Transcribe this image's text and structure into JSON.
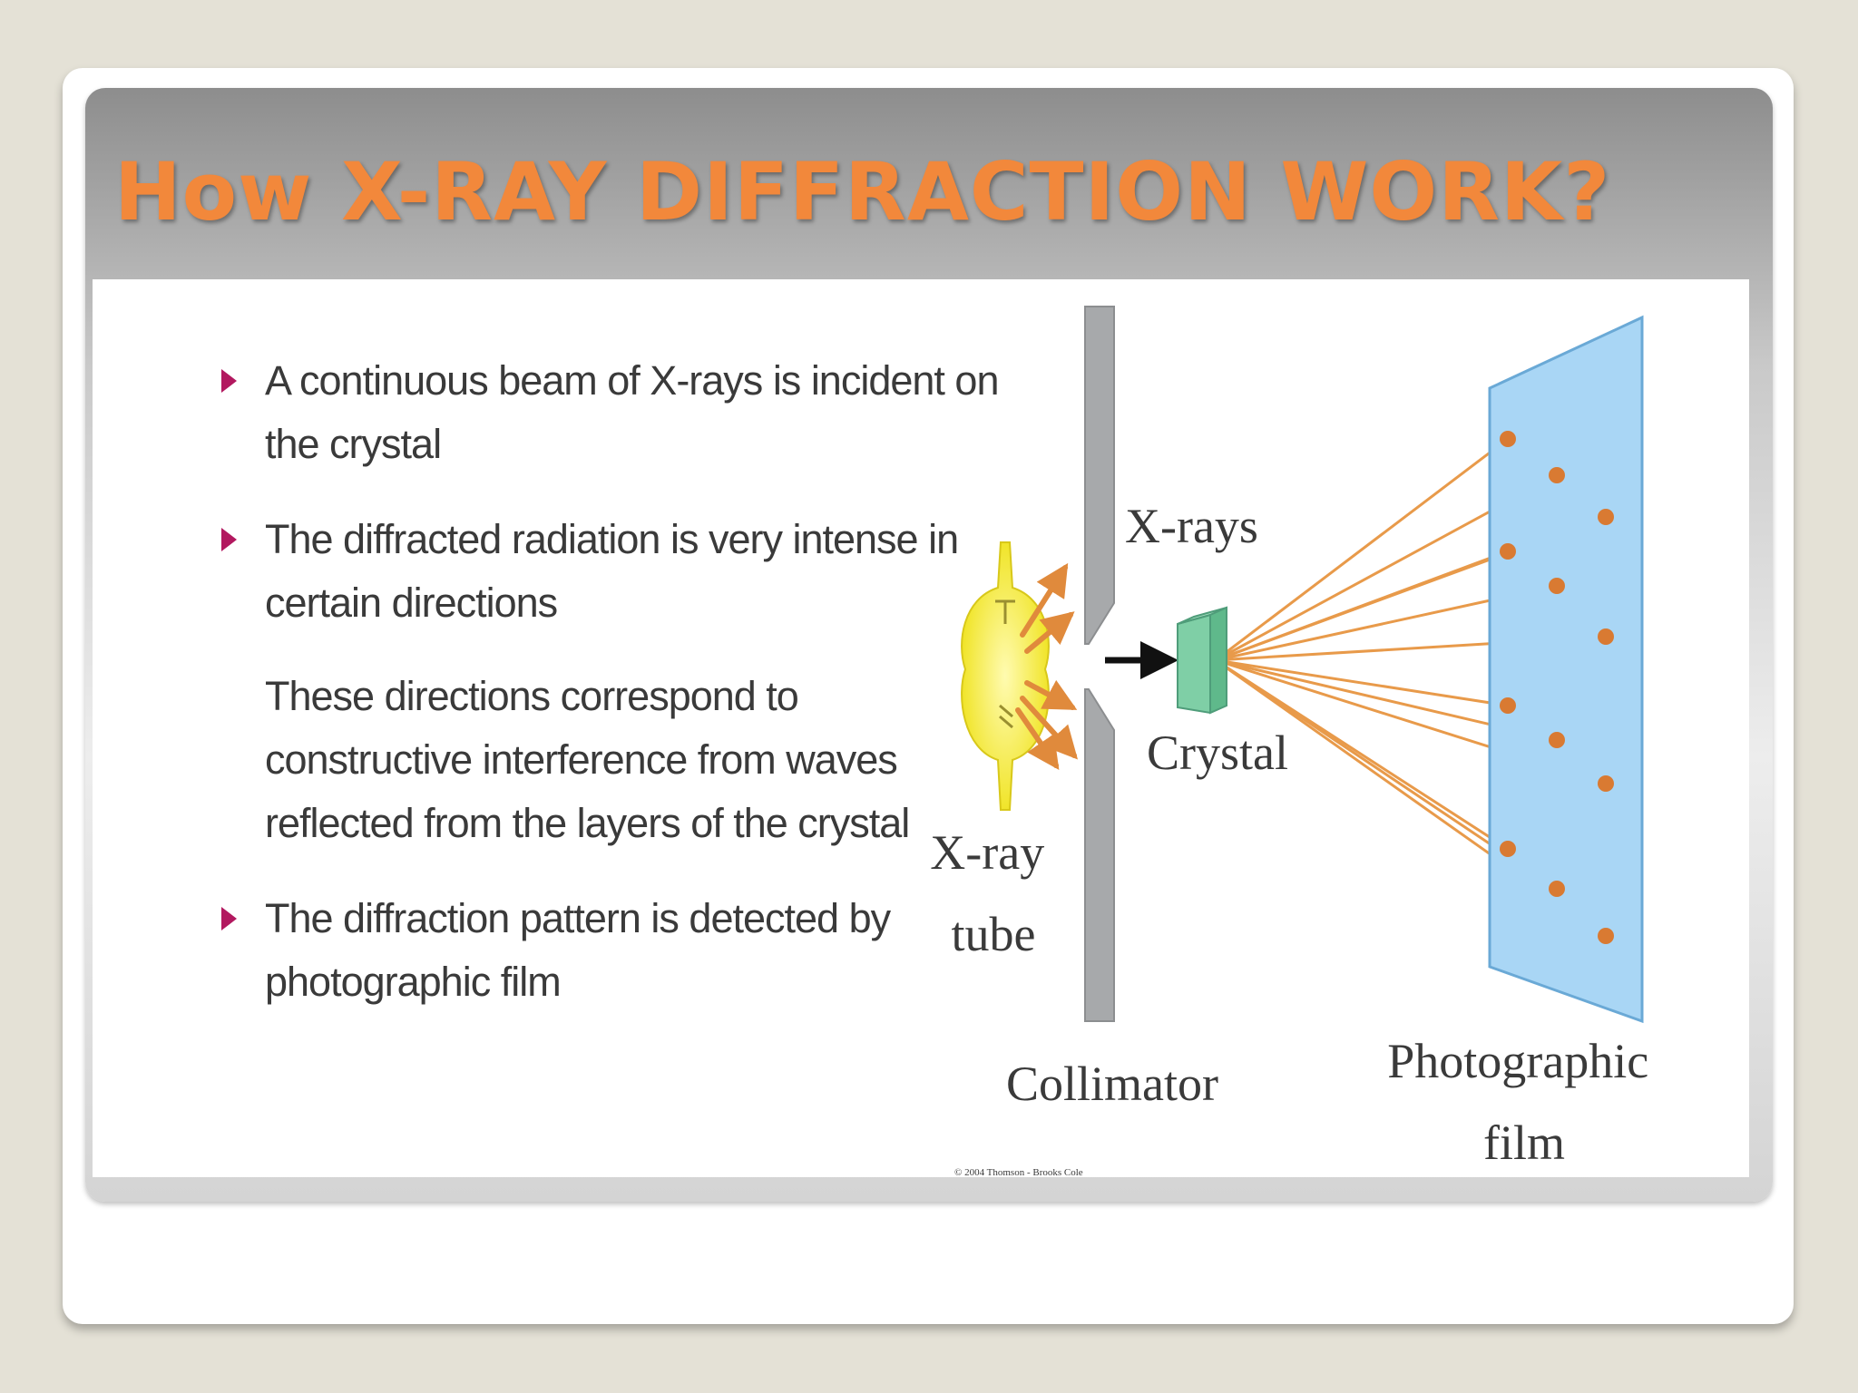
{
  "slide": {
    "title": "How X-RAY DIFFRACTION WORK?"
  },
  "text": {
    "bullets": [
      "A continuous beam of X-rays is incident on the crystal",
      "The diffracted radiation is very intense in certain directions",
      "The diffraction pattern is detected by photographic film"
    ],
    "paragraph": "These directions correspond to constructive interference from waves reflected from the layers of the crystal"
  },
  "diagram": {
    "labels": {
      "xray_tube": [
        "X-ray",
        "tube"
      ],
      "collimator": "Collimator",
      "xrays": "X-rays",
      "crystal": "Crystal",
      "film": [
        "Photographic",
        "film"
      ],
      "copyright": "© 2004 Thomson - Brooks Cole"
    },
    "colors": {
      "title": "#f2883b",
      "bullet_marker": "#b2185f",
      "tube": "#f6ee2a",
      "rays": "#e89a4a",
      "crystal": "#7fcfa6",
      "film": "#a9d6f5",
      "spot": "#d97a32",
      "collimator": "#a7a9ab"
    }
  }
}
